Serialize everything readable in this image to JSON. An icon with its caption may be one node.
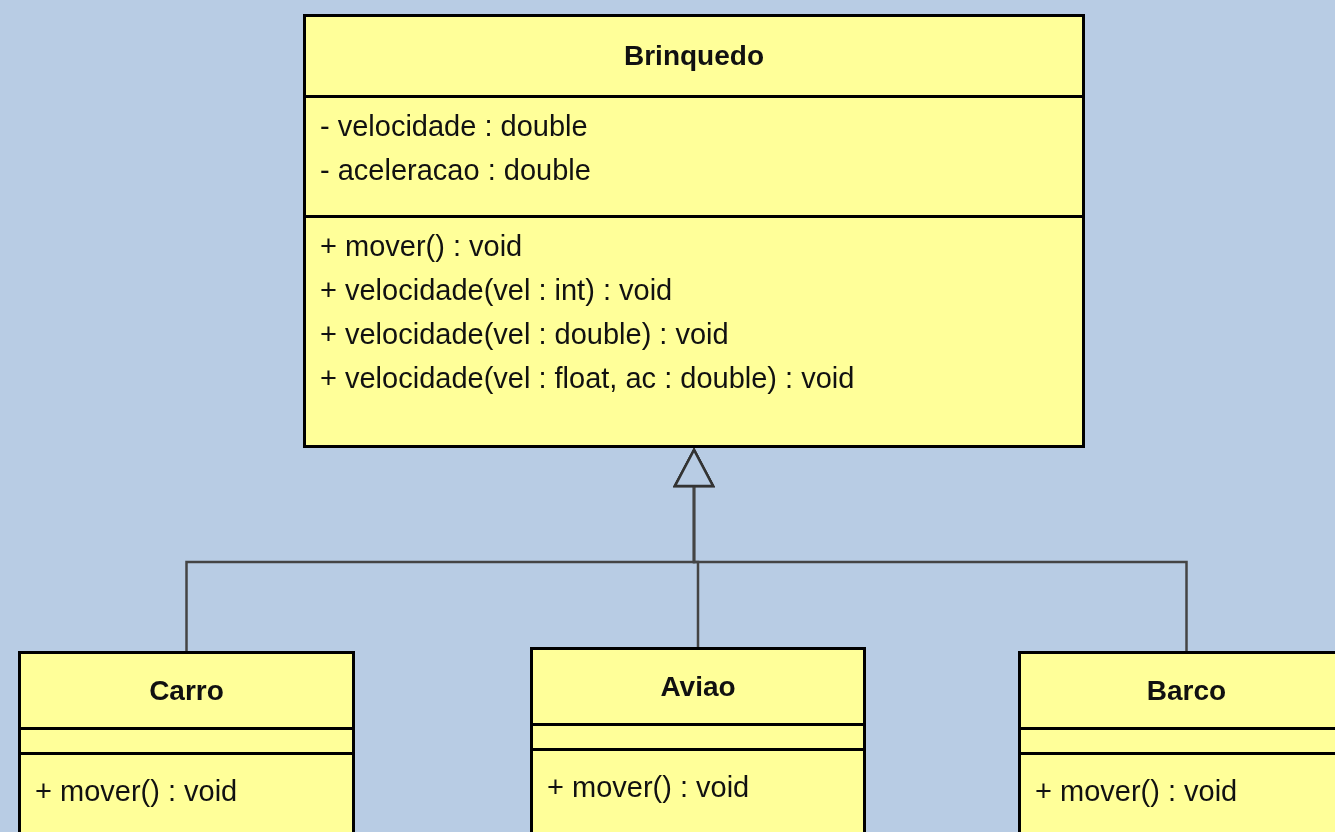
{
  "diagram": {
    "nodes": [
      {
        "text": [
          "Brinquedo"
        ]
      },
      {
        "text": [
          "- velocidade : double",
          "- aceleracao : double"
        ],
        "in": 0
      },
      {
        "text": [
          "+ mover() : void",
          "+ velocidade(vel : int) : void",
          "+ velocidade(vel : double) : void",
          "+ velocidade(vel : float, ac : double) : void"
        ],
        "in": 0
      },
      {
        "text": [
          "Carro"
        ]
      },
      {
        "text": [],
        "shape": "box",
        "in": 3
      },
      {
        "text": [
          "+ mover() : void"
        ],
        "in": 3
      },
      {
        "text": [
          "Aviao"
        ]
      },
      {
        "text": [],
        "shape": "box",
        "in": 6
      },
      {
        "text": [
          "+ mover() : void"
        ],
        "in": 6
      },
      {
        "text": [
          "Barco"
        ]
      },
      {
        "text": [],
        "shape": "box",
        "in": 9
      },
      {
        "text": [
          "+ mover() : void"
        ],
        "in": 9
      }
    ],
    "edges": [
      {
        "from": 3,
        "to": 0,
        "arrow": "to"
      },
      {
        "from": 6,
        "to": 0,
        "arrow": "to"
      },
      {
        "from": 9,
        "to": 0,
        "arrow": "to"
      }
    ]
  }
}
